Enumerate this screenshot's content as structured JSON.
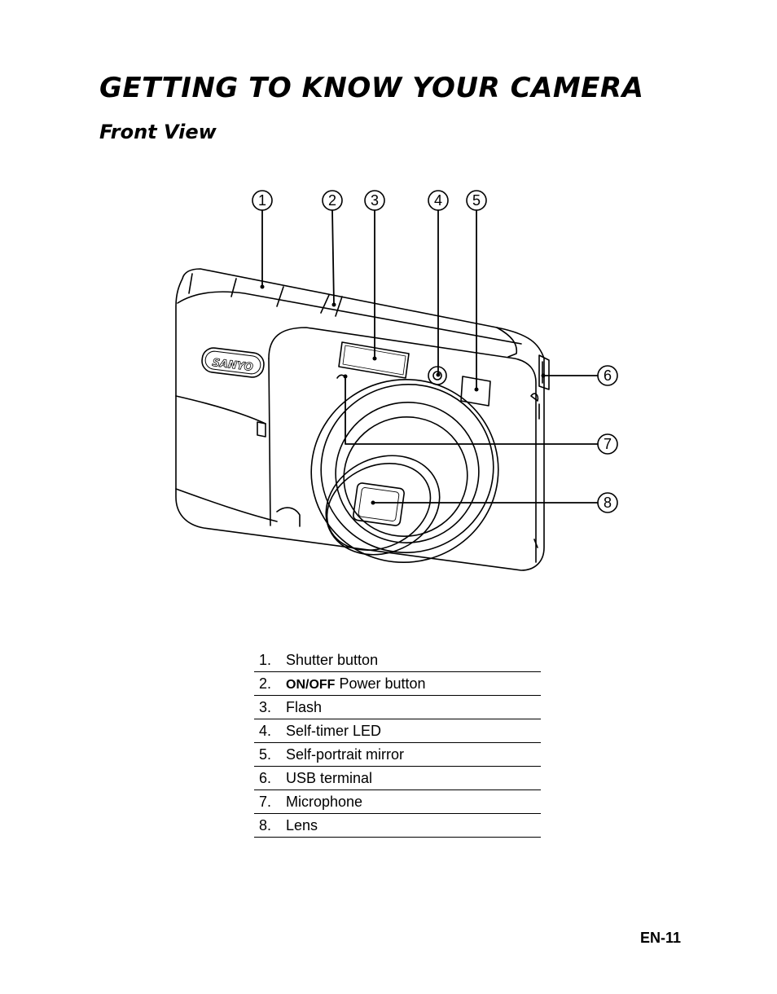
{
  "header": {
    "title": "GETTING TO KNOW YOUR CAMERA",
    "subtitle": "Front View"
  },
  "diagram": {
    "brand_logo": "SANYO",
    "callout_numbers": [
      "1",
      "2",
      "3",
      "4",
      "5",
      "6",
      "7",
      "8"
    ]
  },
  "parts": [
    {
      "num": "1.",
      "prefix": "",
      "label": "Shutter button"
    },
    {
      "num": "2.",
      "prefix": "ON/OFF",
      "label": " Power button"
    },
    {
      "num": "3.",
      "prefix": "",
      "label": "Flash"
    },
    {
      "num": "4.",
      "prefix": "",
      "label": "Self-timer LED"
    },
    {
      "num": "5.",
      "prefix": "",
      "label": "Self-portrait mirror"
    },
    {
      "num": "6.",
      "prefix": "",
      "label": "USB terminal"
    },
    {
      "num": "7.",
      "prefix": "",
      "label": "Microphone"
    },
    {
      "num": "8.",
      "prefix": "",
      "label": "Lens"
    }
  ],
  "footer": {
    "page_number": "EN-11"
  }
}
